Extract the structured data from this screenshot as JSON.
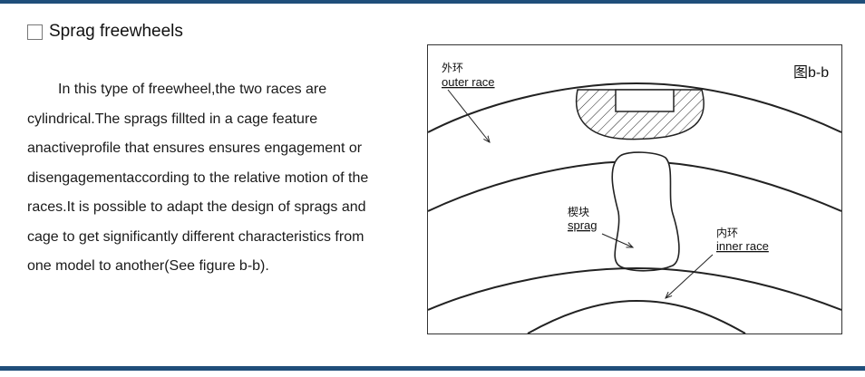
{
  "section": {
    "title": "Sprag freewheels",
    "body": "In this type of freewheel,the two races are cylindrical.The sprags fillted in a cage feature anactiveprofile that ensures ensures engagement or disengagementaccording to the relative motion of the races.It is possible to adapt  the design of sprags and cage to get significantly different characteristics from one model to another(See figure b-b)."
  },
  "figure": {
    "label": "图b-b",
    "outer_race_zh": "外环",
    "outer_race_en": "outer race",
    "sprag_zh": "楔块",
    "sprag_en": "sprag",
    "inner_race_zh": "内环",
    "inner_race_en": "inner race"
  },
  "colors": {
    "rule": "#1f4e7a",
    "line": "#222222"
  }
}
